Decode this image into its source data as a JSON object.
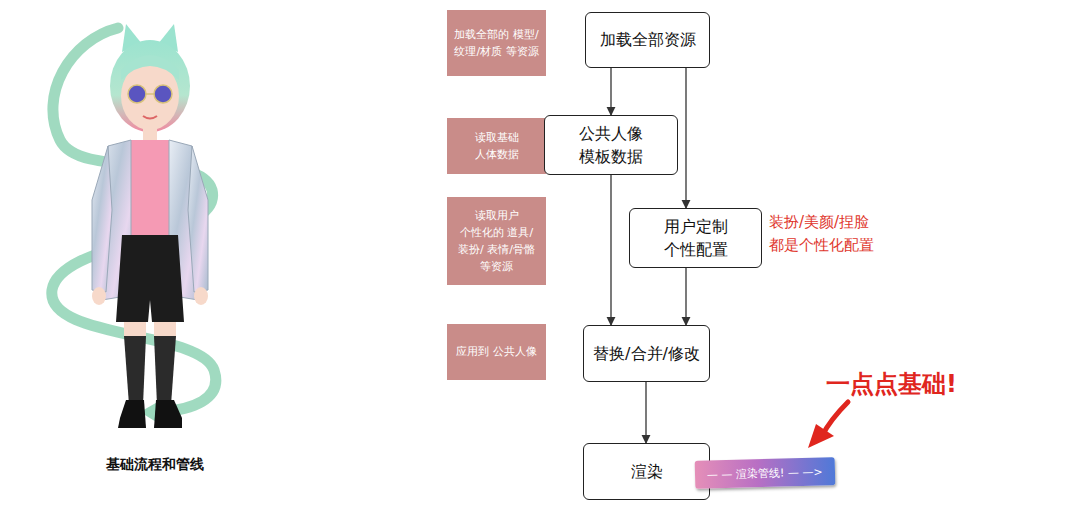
{
  "diagram": {
    "caption": "基础流程和管线",
    "nodes": [
      {
        "text": [
          "加载全部的 模型/纹理/材质 等资源"
        ]
      },
      {
        "text": [
          "加载全部资源"
        ]
      },
      {
        "text": [
          "读取基础 人体数据"
        ]
      },
      {
        "text": [
          "公共人像 模板数据"
        ]
      },
      {
        "text": [
          "读取用户 个性化的 道具/装扮/ 表情/骨骼 等资源"
        ]
      },
      {
        "text": [
          "用户定制 个性配置"
        ]
      },
      {
        "text": [
          "应用到 公共人像"
        ]
      },
      {
        "text": [
          "替换/合并/修改"
        ]
      },
      {
        "text": [
          "渲染"
        ]
      },
      {
        "text": [
          "— — 渲染管线! — —>"
        ]
      }
    ],
    "edges": [
      {
        "from": 1,
        "to": 3,
        "arrow": "to"
      },
      {
        "from": 1,
        "to": 5,
        "arrow": "to"
      },
      {
        "from": 3,
        "to": 7,
        "arrow": "to"
      },
      {
        "from": 5,
        "to": 7,
        "arrow": "to"
      },
      {
        "from": 7,
        "to": 8,
        "arrow": "to"
      }
    ],
    "labels": [
      "装扮/美颜/捏脸 都是个性化配置",
      "一点点基础!"
    ]
  }
}
